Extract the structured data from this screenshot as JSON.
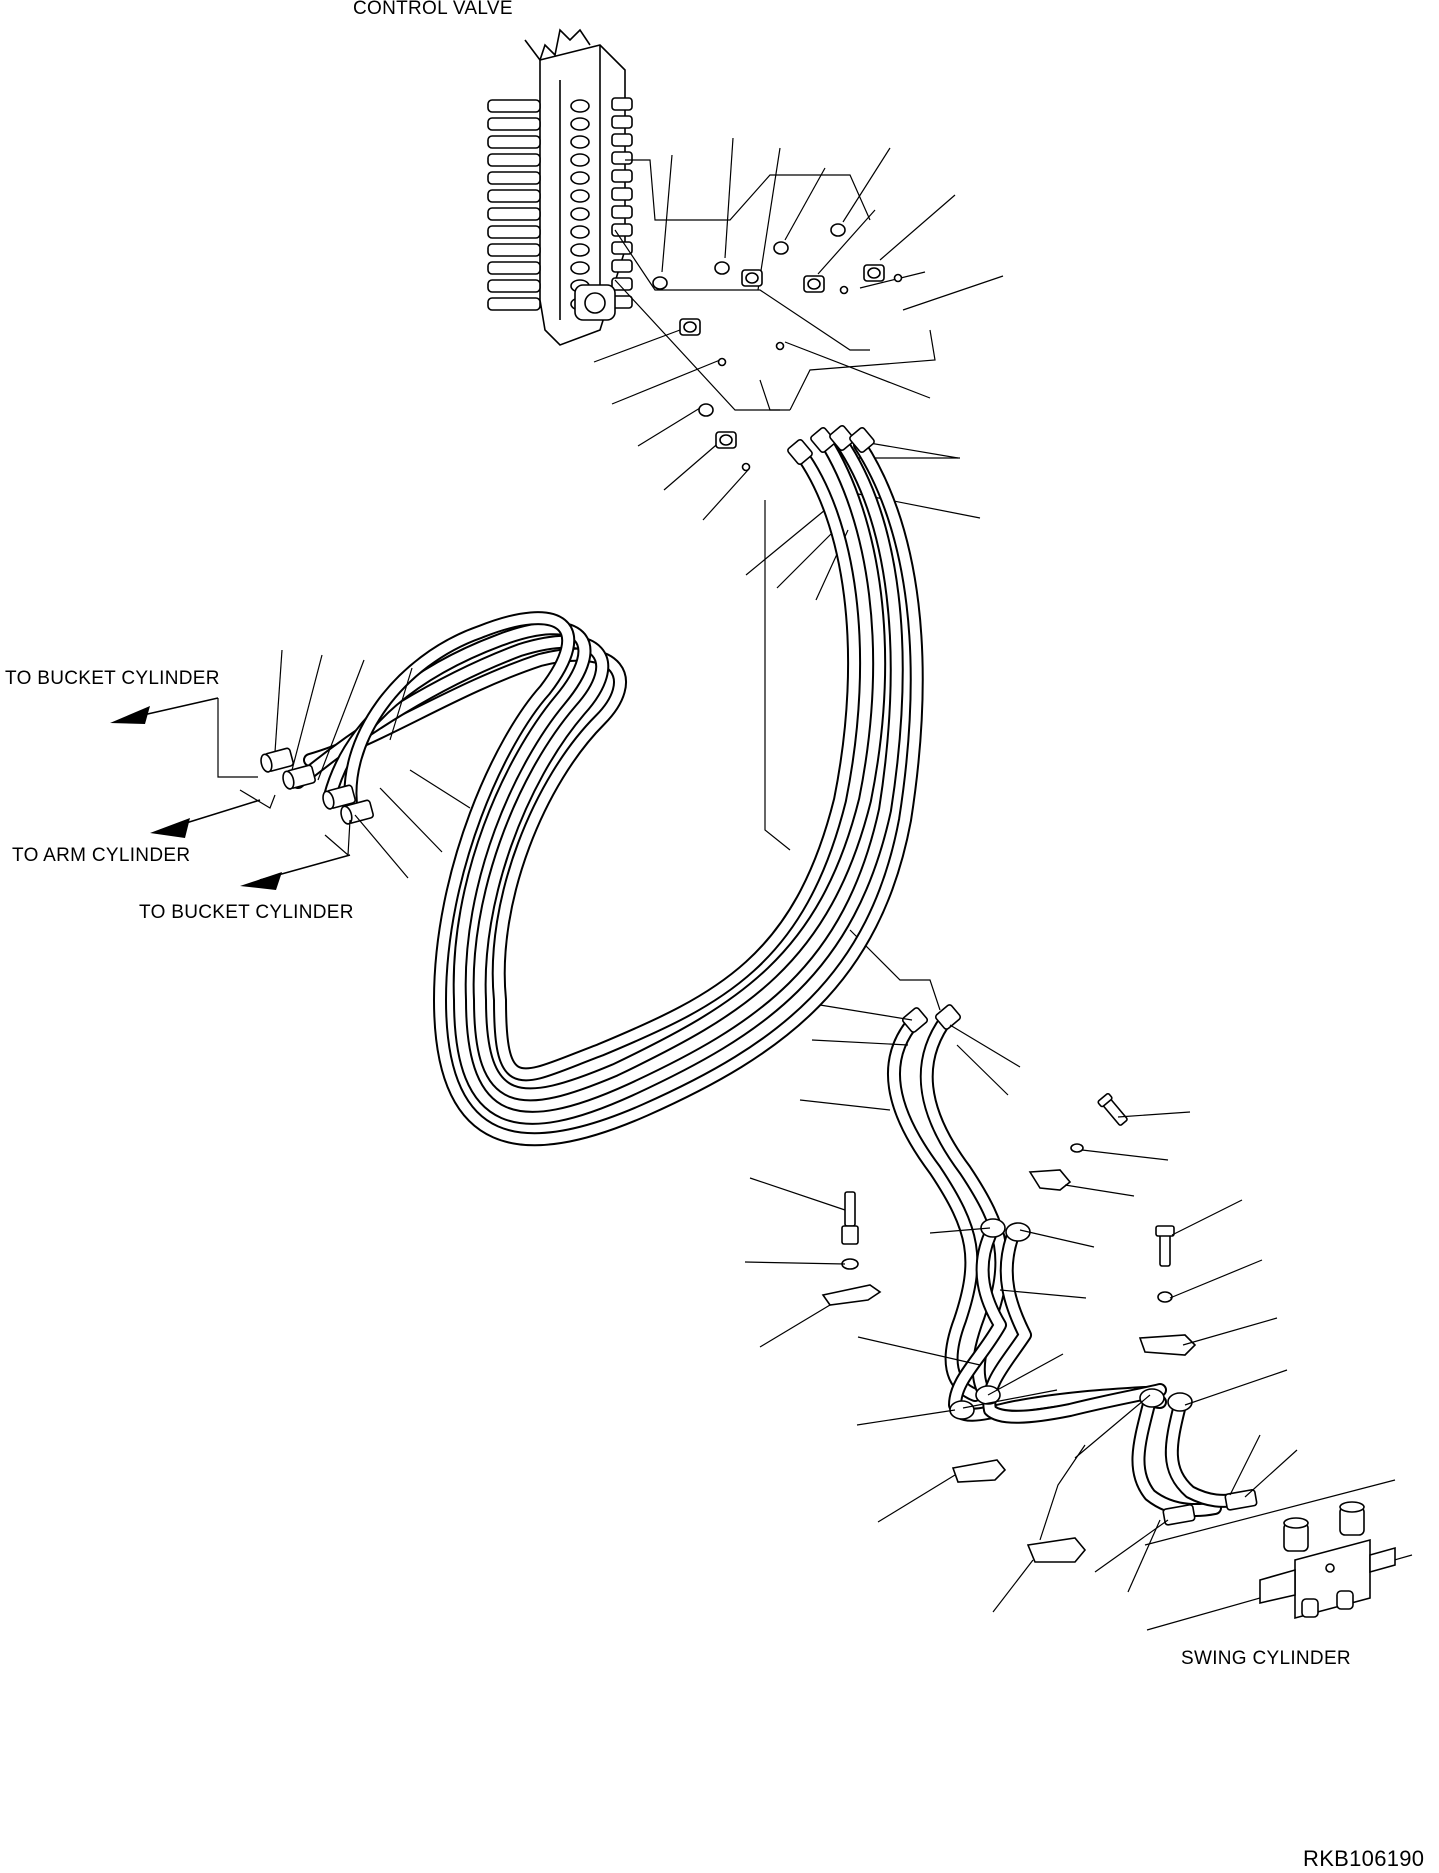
{
  "labels": {
    "control_valve": "CONTROL VALVE",
    "to_bucket_cylinder_top": "TO BUCKET CYLINDER",
    "to_arm_cylinder": "TO ARM CYLINDER",
    "to_bucket_cylinder_bottom": "TO BUCKET CYLINDER",
    "swing_cylinder": "SWING CYLINDER",
    "drawing_code": "RKB106190"
  }
}
